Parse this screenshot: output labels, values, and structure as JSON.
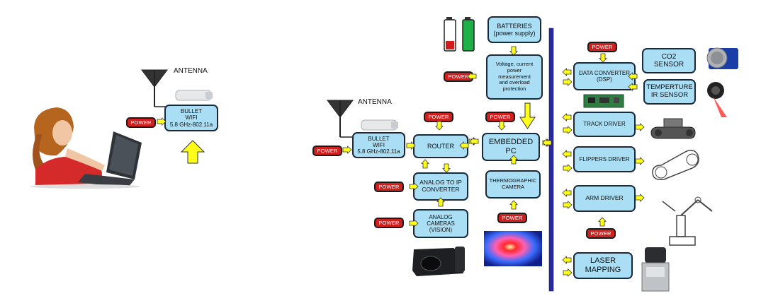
{
  "colors": {
    "box_fill": "#a9def4",
    "box_border": "#1b2a3a",
    "power_fill": "#d01f1f",
    "arrow_fill": "#ffff1a",
    "bus": "#2a2aa0"
  },
  "left": {
    "antenna_label": "ANTENNA",
    "bullet": "BULLET\nWIFI\n5.8 GHz-802.11a",
    "power": "POWER"
  },
  "right": {
    "antenna_label": "ANTENNA",
    "bullet": "BULLET\nWIFI\n5.8 GHz-802.11a",
    "router": "ROUTER",
    "analog_ip": "ANALOG TO IP\nCONVERTER",
    "analog_cameras": "ANALOG\nCAMERAS\n(VISION)",
    "batteries": "BATTERIES\n(power supply)",
    "voltage": "Voltage, current\npower\nmeasurement\nand overload\nprotection",
    "embedded_pc": "EMBEDDED\nPC",
    "thermo_camera": "THERMOGRAPHIC\nCAMERA",
    "data_converter": "DATA CONVERTER\n(DSP)",
    "co2_sensor": "CO2\nSENSOR",
    "ir_sensor": "TEMPERTURE\nIR SENSOR",
    "track_driver": "TRACK DRIVER",
    "flippers_driver": "FLIPPERS DRIVER",
    "arm_driver": "ARM DRIVER",
    "laser_mapping": "LASER\nMAPPING",
    "power": "POWER"
  }
}
